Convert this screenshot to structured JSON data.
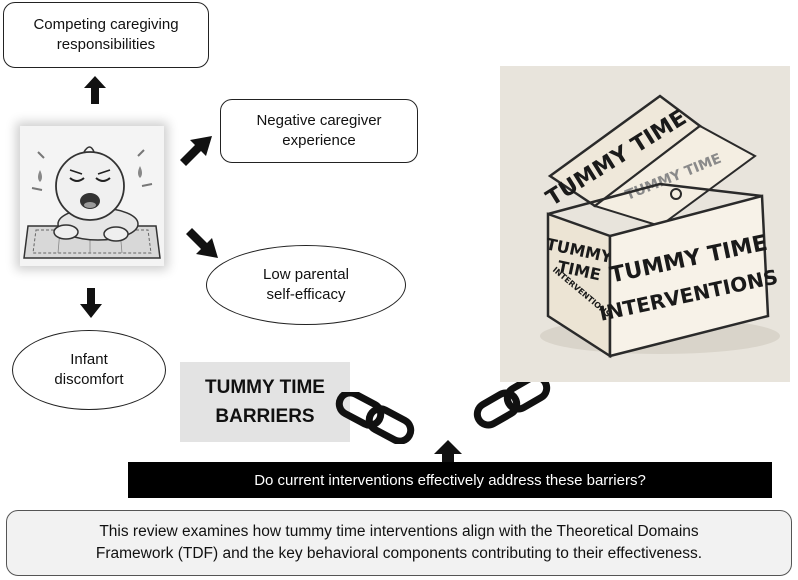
{
  "nodes": {
    "competing": {
      "line1": "Competing caregiving",
      "line2": "responsibilities"
    },
    "negative": {
      "line1": "Negative caregiver",
      "line2": "experience"
    },
    "efficacy": {
      "line1": "Low parental",
      "line2": "self-efficacy"
    },
    "discomfort": {
      "line1": "Infant",
      "line2": "discomfort"
    }
  },
  "barriers": {
    "line1": "TUMMY TIME",
    "line2": "BARRIERS"
  },
  "question": "Do current interventions effectively address these barriers?",
  "review": {
    "line1": "This review examines how tummy time interventions align with the Theoretical Domains",
    "line2": "Framework (TDF) and the key behavioral components contributing to their effectiveness."
  },
  "illustration": {
    "lid_text": "TUMMY TIME",
    "lid_text_2": "TUMMY TIME",
    "side_text": [
      "TUMMY",
      "TIME",
      "INTERVENTIONS"
    ],
    "front_text": [
      "TUMMY TIME",
      "INTERVENTIONS"
    ]
  }
}
